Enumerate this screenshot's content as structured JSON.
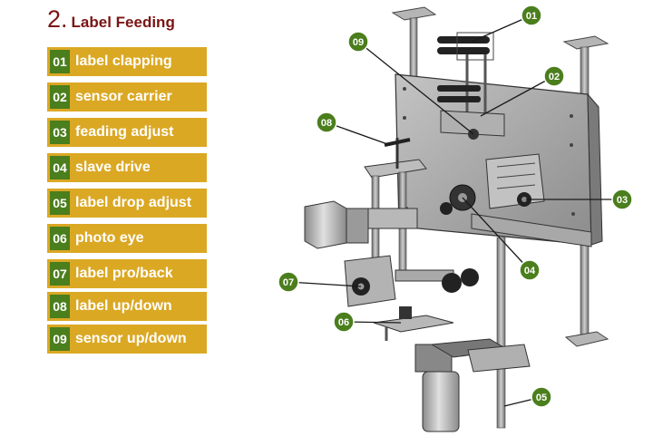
{
  "title": {
    "number": "2.",
    "text": "Label Feeding"
  },
  "legend": [
    {
      "num": "01",
      "label": "label clapping"
    },
    {
      "num": "02",
      "label": "sensor carrier"
    },
    {
      "num": "03",
      "label": "feading adjust"
    },
    {
      "num": "04",
      "label": "slave drive"
    },
    {
      "num": "05",
      "label": "label drop adjust"
    },
    {
      "num": "06",
      "label": "photo eye"
    },
    {
      "num": "07",
      "label": "label pro/back"
    },
    {
      "num": "08",
      "label": "label up/down"
    },
    {
      "num": "09",
      "label": "sensor up/down"
    }
  ],
  "callouts": [
    "01",
    "02",
    "03",
    "04",
    "05",
    "06",
    "07",
    "08",
    "09"
  ],
  "colors": {
    "title": "#7a1414",
    "legend_bar": "#dba824",
    "number_box": "#4b7e1c",
    "callout_fill": "#4b7e1c",
    "machine_gray": "#9a9a9a"
  }
}
